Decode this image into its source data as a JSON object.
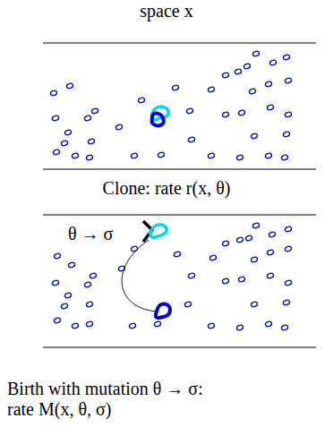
{
  "diagram": {
    "title": "space x",
    "labels": [
      "Clone: rate r(x, θ)",
      "θ → σ",
      "Birth with mutation θ → σ: rate M(x, θ, σ)"
    ]
  }
}
